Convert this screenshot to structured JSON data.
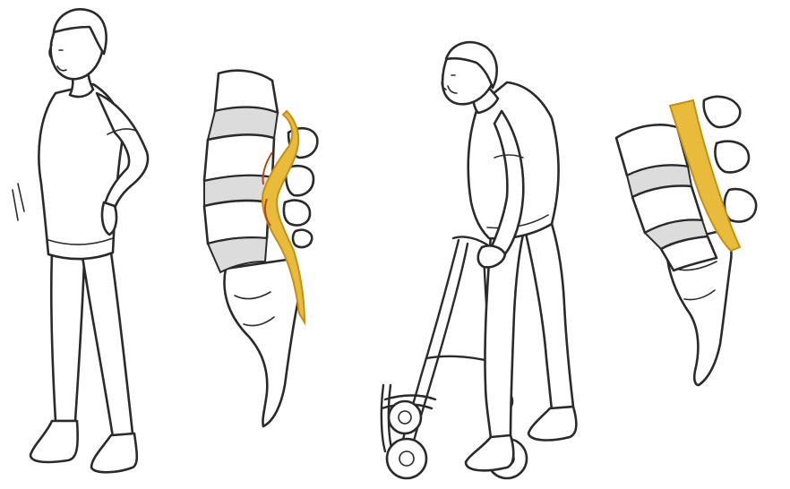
{
  "colors": {
    "ink": "#2a2a2a",
    "background": "#ffffff",
    "spinal_canal": "#e8bb3c",
    "spinal_canal_edge": "#c48f16",
    "disc": "#dcdcdc",
    "compression": "#b5471f"
  },
  "panels": [
    {
      "name": "upright-patient",
      "icon": "standing-person-icon"
    },
    {
      "name": "narrowed-spinal-canal",
      "icon": "lumbar-spine-stenosis-icon"
    },
    {
      "name": "stooped-patient-with-walker",
      "icon": "person-with-walker-icon"
    },
    {
      "name": "decompressed-spinal-canal",
      "icon": "lumbar-spine-flexed-icon"
    }
  ]
}
